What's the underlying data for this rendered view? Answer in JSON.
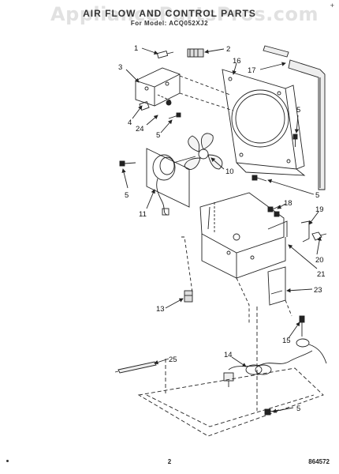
{
  "header": {
    "title": "AIR FLOW AND CONTROL PARTS",
    "model_line": "For Model: ACQ052XJ2",
    "watermark": "AppliancePartsPros.com",
    "corner_mark": "+"
  },
  "footer": {
    "page_number": "2",
    "document_number": "864572"
  },
  "callouts": {
    "c1": "1",
    "c2": "2",
    "c3": "3",
    "c4": "4",
    "c5a": "5",
    "c5b": "5",
    "c5c": "5",
    "c5d": "5",
    "c5e": "5",
    "c10": "10",
    "c11": "11",
    "c13": "13",
    "c14": "14",
    "c15": "15",
    "c16": "16",
    "c17": "17",
    "c18": "18",
    "c19": "19",
    "c20": "20",
    "c21": "21",
    "c23": "23",
    "c24": "24",
    "c25": "25"
  },
  "colors": {
    "ink": "#222222",
    "watermark": "#aaaaaa"
  }
}
